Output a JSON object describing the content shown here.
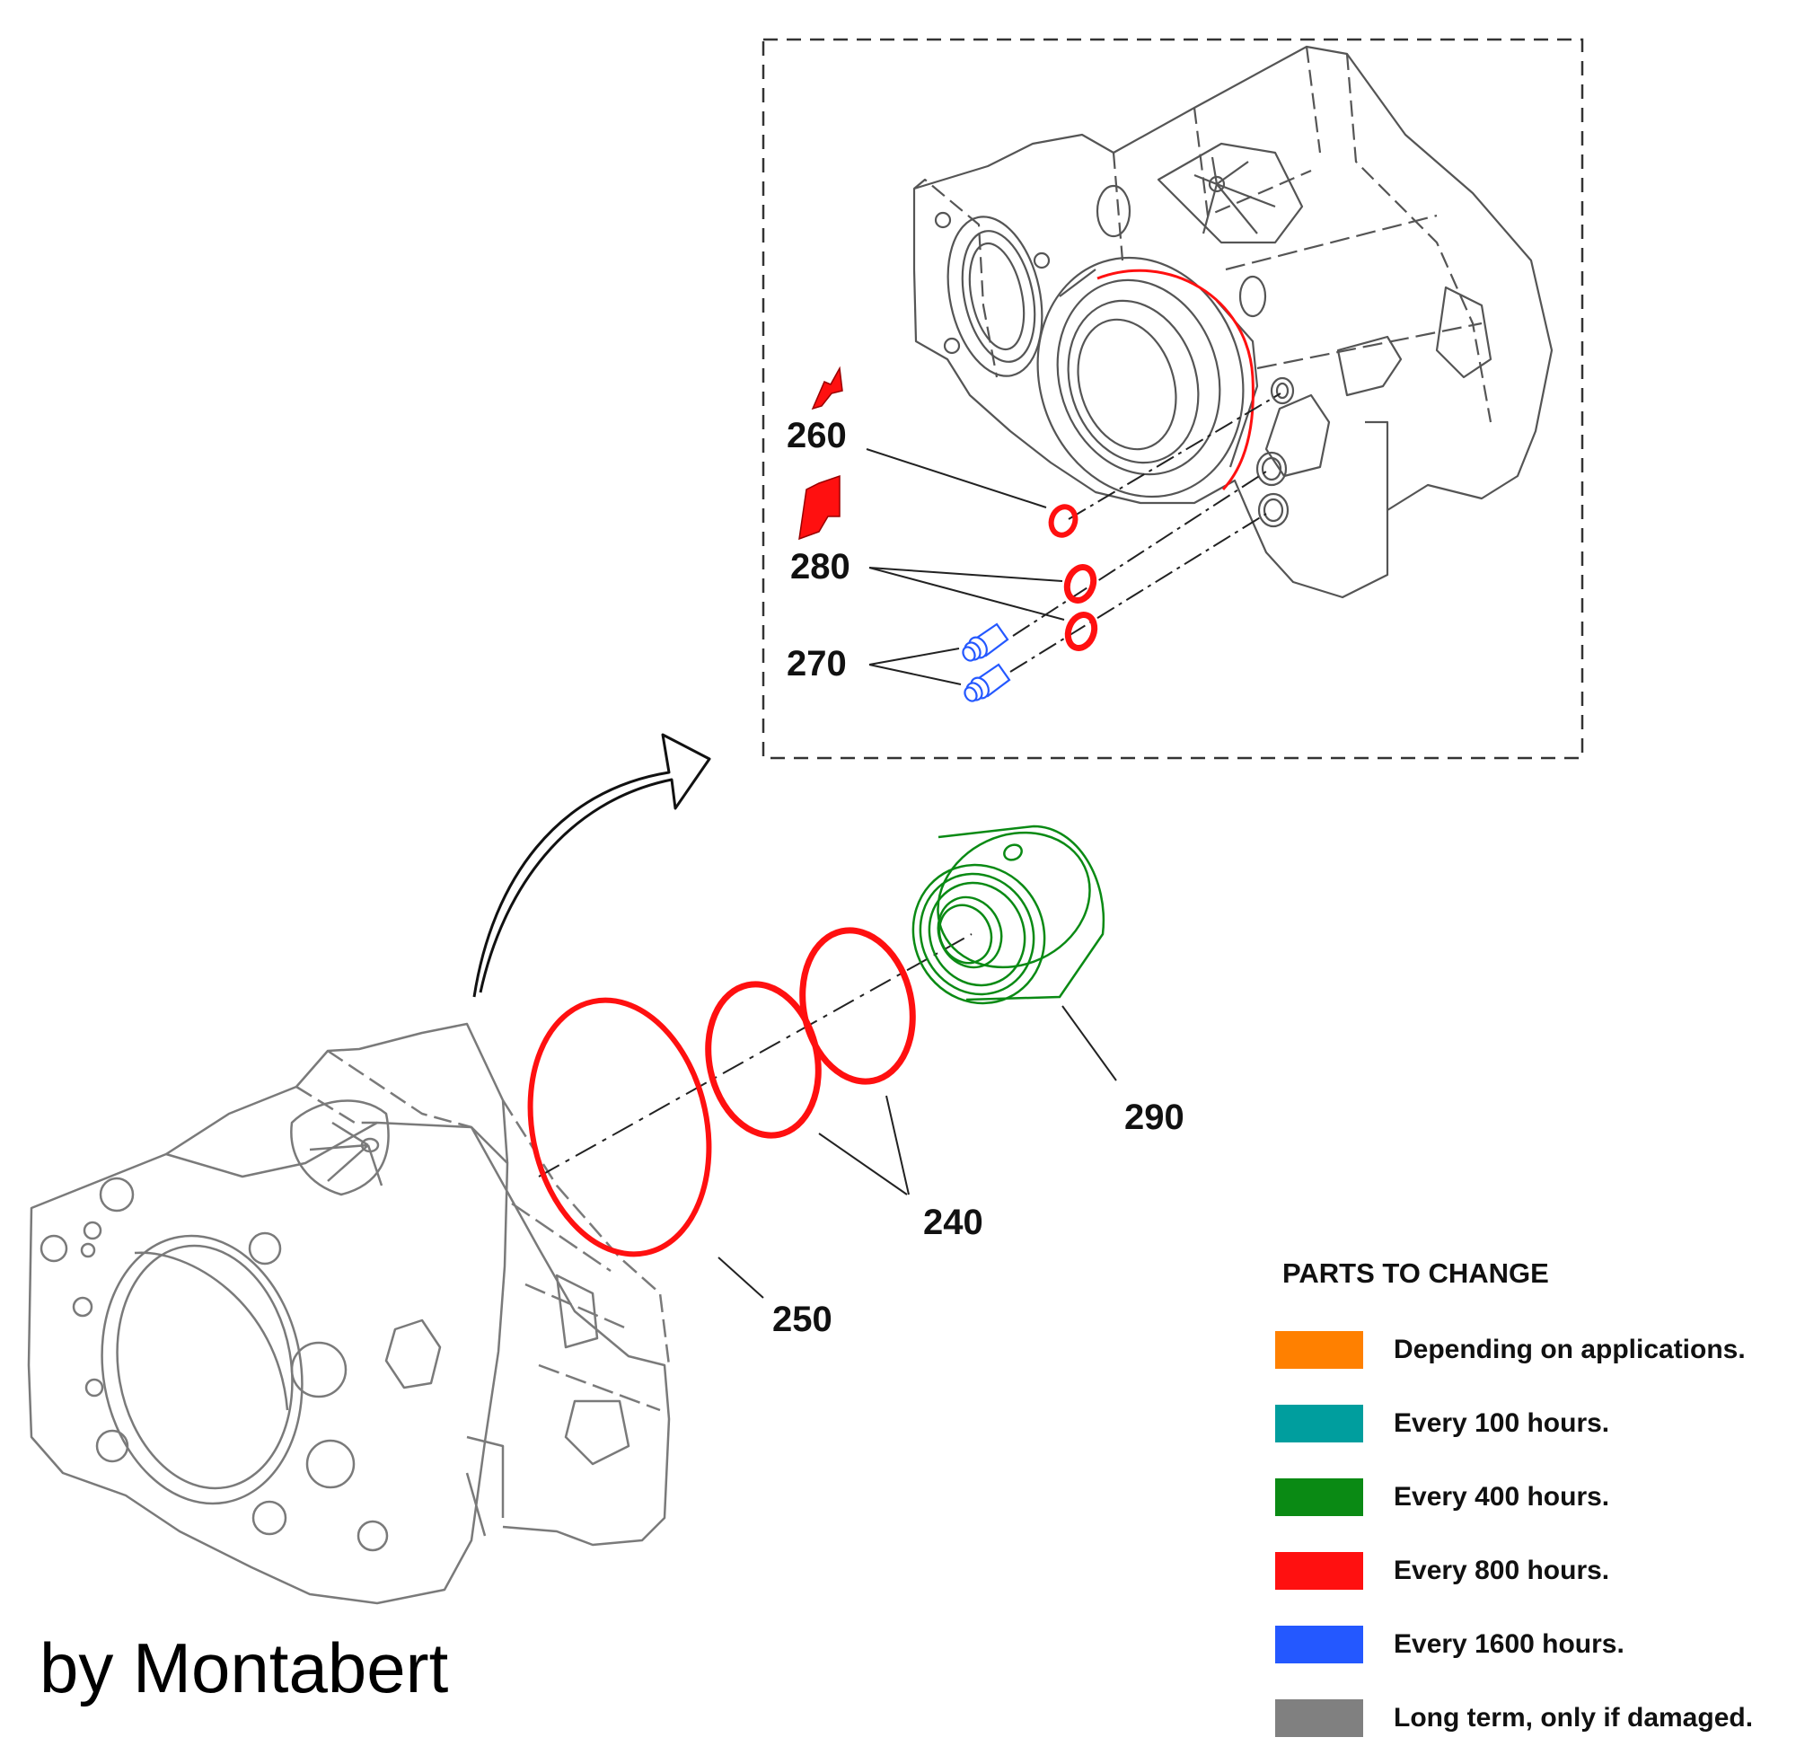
{
  "labels": {
    "p240": "240",
    "p250": "250",
    "p260": "260",
    "p270": "270",
    "p280": "280",
    "p290": "290"
  },
  "legend": {
    "title": "PARTS TO CHANGE",
    "items": [
      {
        "label": "Depending on applications.",
        "color": "#ff8000"
      },
      {
        "label": "Every 100 hours.",
        "color": "#009e9e"
      },
      {
        "label": "Every 400 hours.",
        "color": "#0a8a14"
      },
      {
        "label": "Every 800 hours.",
        "color": "#ff1010"
      },
      {
        "label": "Every 1600 hours.",
        "color": "#2458ff"
      },
      {
        "label": "Long term, only if damaged.",
        "color": "#808080"
      }
    ]
  },
  "credit": "by Montabert",
  "colors": {
    "housing_outline": "#7a7a7a",
    "inset_outline": "#555555",
    "seal_red": "#ff1010",
    "part_green": "#0a8a14",
    "part_blue": "#2458ff"
  }
}
